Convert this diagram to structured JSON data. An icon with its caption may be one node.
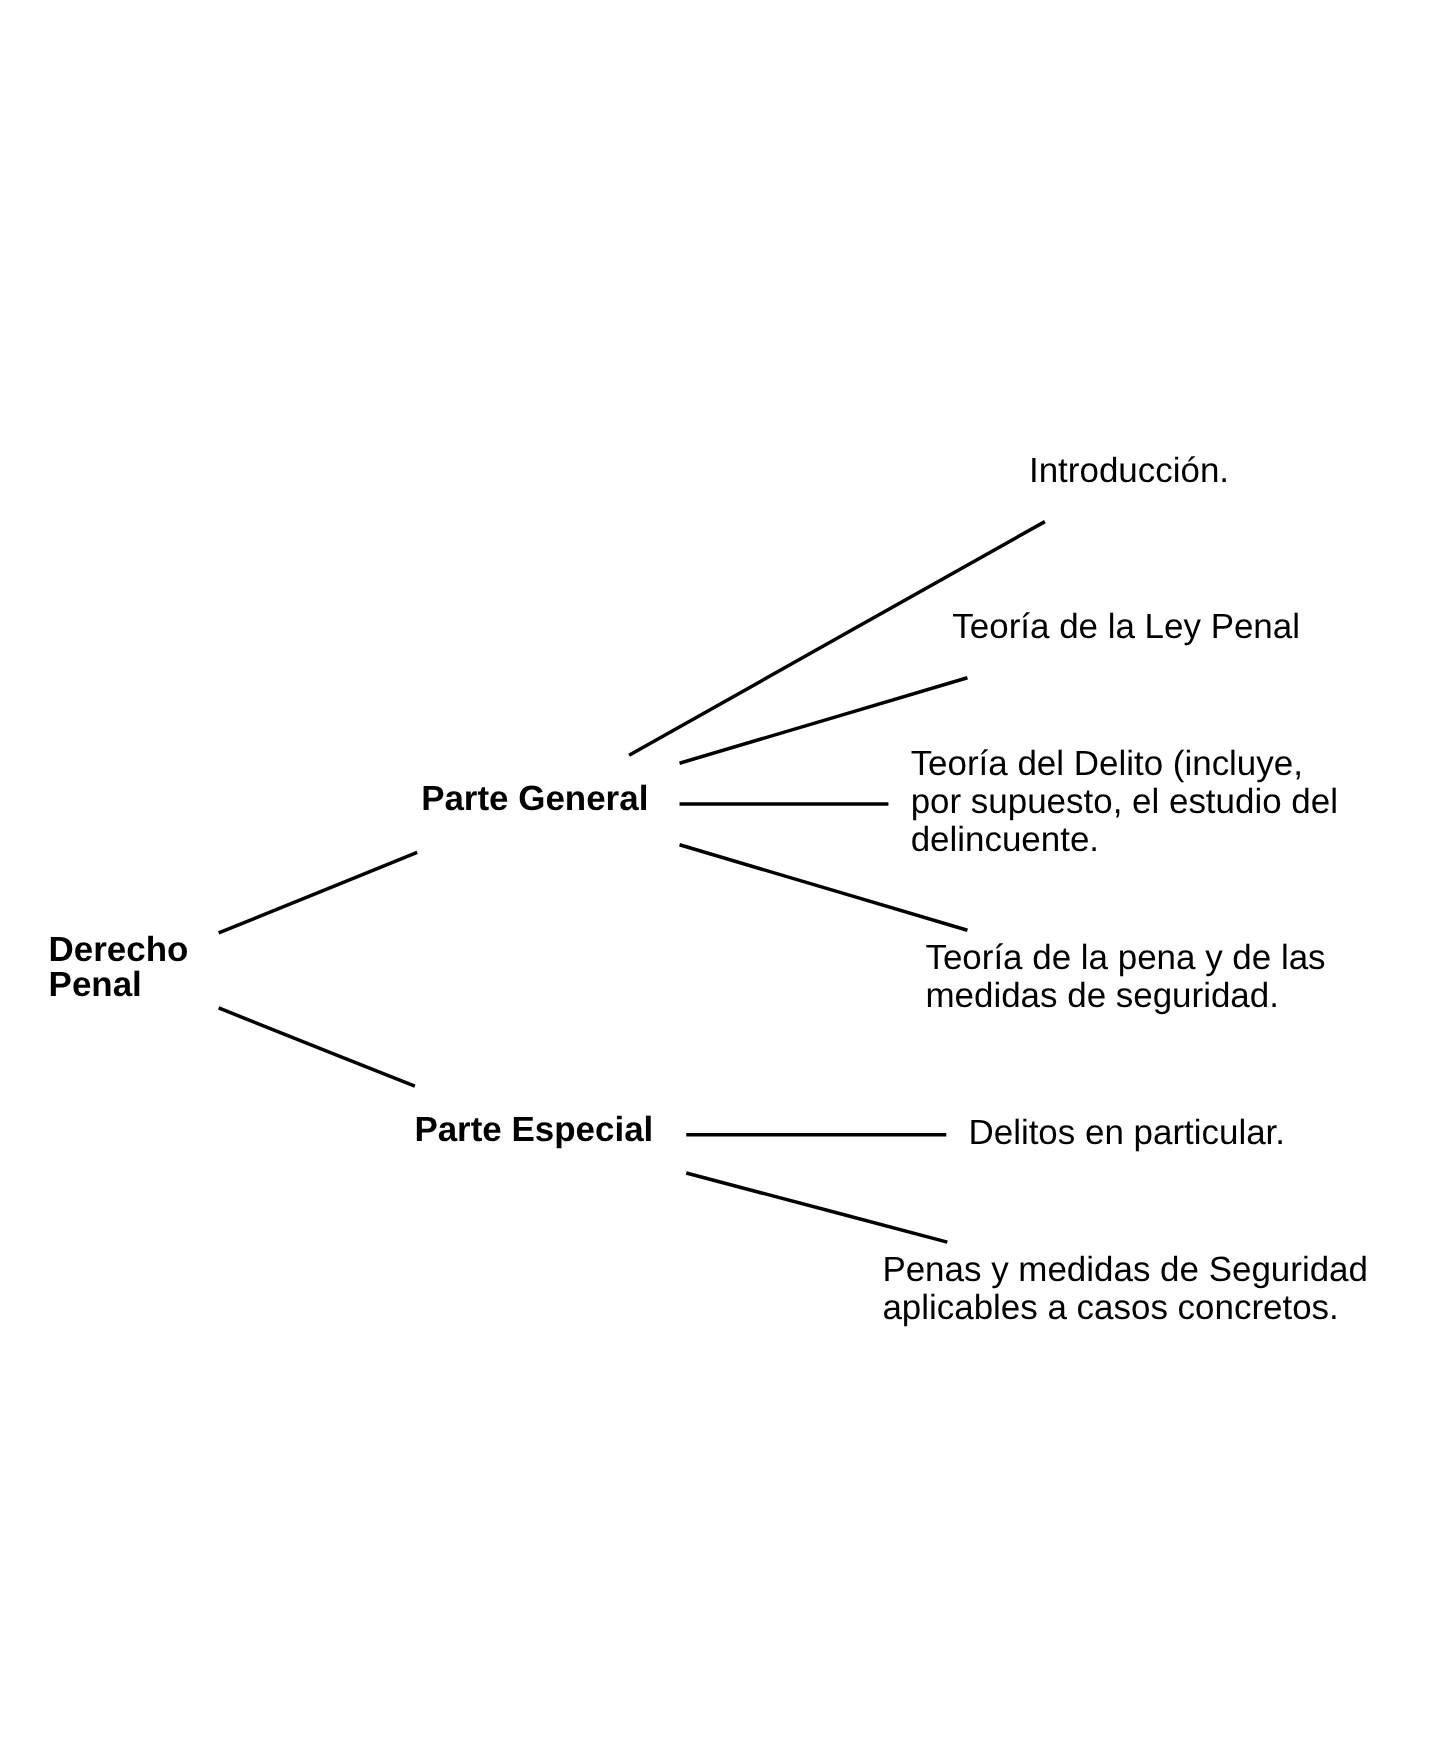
{
  "diagram": {
    "nodes": [
      {
        "text": [
          "Derecho Penal"
        ]
      },
      {
        "text": [
          "Parte General"
        ]
      },
      {
        "text": [
          "Introducción."
        ]
      },
      {
        "text": [
          "Teoría de la Ley Penal"
        ]
      },
      {
        "text": [
          "Teoría del Delito (incluye, por supuesto, el estudio del delincuente."
        ]
      },
      {
        "text": [
          "Teoría de la pena y de las medidas de seguridad."
        ]
      },
      {
        "text": [
          "Parte Especial"
        ]
      },
      {
        "text": [
          "Delitos en particular."
        ]
      },
      {
        "text": [
          "Penas y medidas de Seguridad aplicables a casos concretos."
        ]
      }
    ],
    "edges": [
      {
        "from": 0,
        "to": 1,
        "arrow": "none"
      },
      {
        "from": 0,
        "to": 6,
        "arrow": "none"
      },
      {
        "from": 1,
        "to": 2,
        "arrow": "none"
      },
      {
        "from": 1,
        "to": 3,
        "arrow": "none"
      },
      {
        "from": 1,
        "to": 4,
        "arrow": "none"
      },
      {
        "from": 1,
        "to": 5,
        "arrow": "none"
      },
      {
        "from": 6,
        "to": 7,
        "arrow": "none"
      },
      {
        "from": 6,
        "to": 8,
        "arrow": "none"
      }
    ]
  }
}
